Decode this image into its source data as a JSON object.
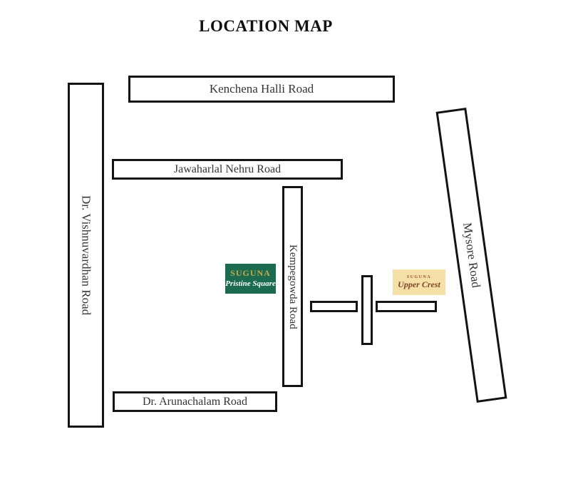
{
  "title": "LOCATION MAP",
  "roads": {
    "kenchena": "Kenchena Halli Road",
    "jawaharlal": "Jawaharlal Nehru Road",
    "vishnuvardhan": "Dr. Vishnuvardhan Road",
    "kempegowda": "Kempegowda Road",
    "arunachalam": "Dr. Arunachalam Road",
    "mysore": "Mysore Road"
  },
  "landmarks": {
    "pristine_square": {
      "brand": "SUGUNA",
      "name": "Pristine Square",
      "bg_color": "#1a6b50",
      "brand_color": "#c9a646",
      "name_color": "#ffffff"
    },
    "upper_crest": {
      "brand": "SUGUNA",
      "name": "Upper Crest",
      "bg_color": "#f5e1a8",
      "brand_color": "#9c4a2f",
      "name_color": "#7d4526"
    }
  },
  "colors": {
    "road_border": "#131313",
    "road_fill": "#ffffff",
    "road_text": "#343434",
    "background": "#ffffff",
    "title_text": "#111111"
  }
}
